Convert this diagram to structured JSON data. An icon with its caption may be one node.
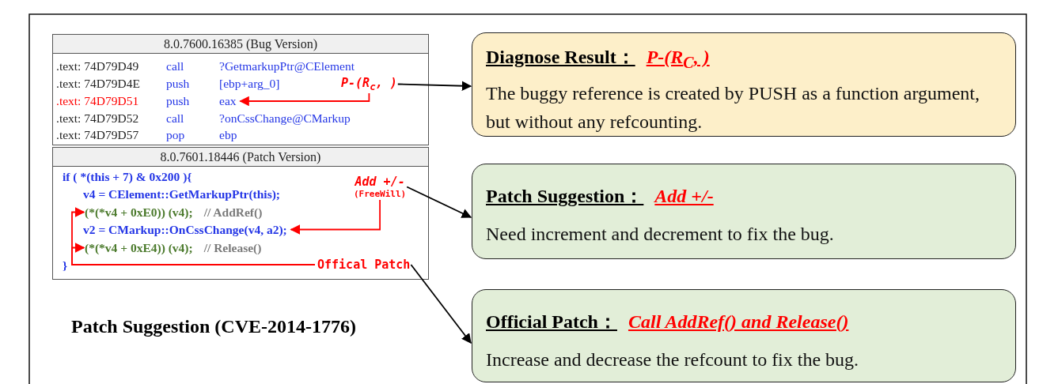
{
  "diagram": {
    "nodes": [
      {
        "text": [
          "8.0.7600.16385 (Bug Version)"
        ]
      },
      {
        "text": [
          ".text: 74D79D49",
          "call",
          "?GetmarkupPtr@CElement"
        ],
        "in": 0
      },
      {
        "text": [
          ".text: 74D79D4E",
          "push",
          "[ebp+arg_0]"
        ],
        "in": 0
      },
      {
        "text": [
          ".text: 74D79D51",
          "push",
          "eax"
        ],
        "in": 0
      },
      {
        "text": [
          ".text: 74D79D52",
          "call",
          "?onCssChange@CMarkup"
        ],
        "in": 0
      },
      {
        "text": [
          ".text: 74D79D57",
          "pop",
          "ebp"
        ],
        "in": 0
      },
      {
        "text": [
          "P-(R$_{c}$, )"
        ],
        "in": 0
      },
      {
        "text": [
          "8.0.7601.18446 (Patch Version)"
        ]
      },
      {
        "text": [
          "if ( *(this + 7) & 0x200 ){"
        ],
        "in": 7
      },
      {
        "text": [
          "v4 = CElement::GetMarkupPtr(this);"
        ],
        "in": 7
      },
      {
        "text": [
          "(*(*v4 + 0xE0)) (v4);",
          "// AddRef()"
        ],
        "in": 7
      },
      {
        "text": [
          "v2 = CMarkup::OnCssChange(v4, a2);"
        ],
        "in": 7
      },
      {
        "text": [
          "(*(*v4 + 0xE4)) (v4);",
          "// Release()"
        ],
        "in": 7
      },
      {
        "text": [
          "}"
        ],
        "in": 7
      },
      {
        "text": [
          "Add +/-",
          "(FreeWill)"
        ],
        "in": 7
      },
      {
        "text": [
          "Offical Patch"
        ],
        "in": 7
      },
      {
        "text": [
          "Diagnose Result：",
          "P-(R$_{C}$, )",
          "The buggy reference is created by PUSH as a function argument, but without any refcounting."
        ]
      },
      {
        "text": [
          "Patch Suggestion：",
          "Add +/-",
          "Need increment and decrement to fix the bug."
        ]
      },
      {
        "text": [
          "Official Patch：",
          "Call AddRef() and Release()",
          "Increase and decrease the refcount to fix the bug."
        ]
      }
    ],
    "edges": [
      {
        "from": 6,
        "to": 3,
        "arrow": "to"
      },
      {
        "from": 6,
        "to": 16,
        "arrow": "to",
        "color": "#000000"
      },
      {
        "from": 14,
        "to": 11,
        "arrow": "to"
      },
      {
        "from": 14,
        "to": 17,
        "arrow": "to",
        "color": "#000000"
      },
      {
        "from": 15,
        "to": 10,
        "arrow": "to"
      },
      {
        "from": 15,
        "to": 12,
        "arrow": "to"
      },
      {
        "from": 15,
        "to": 18,
        "arrow": "to",
        "color": "#000000"
      }
    ],
    "labels": [
      "Patch Suggestion (CVE-2014-1776)"
    ]
  }
}
